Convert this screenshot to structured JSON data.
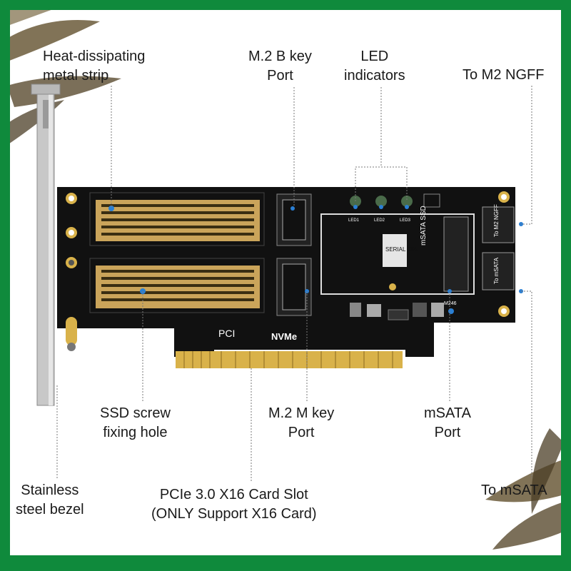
{
  "labels": {
    "heat_strip": [
      "Heat-dissipating",
      "metal strip"
    ],
    "m2_b_key": [
      "M.2 B key",
      "Port"
    ],
    "led": [
      "LED",
      "indicators"
    ],
    "to_ngff": [
      "To M2 NGFF"
    ],
    "ssd_screw": [
      "SSD screw",
      "fixing hole"
    ],
    "m2_m_key": [
      "M.2 M key",
      "Port"
    ],
    "msata": [
      "mSATA",
      "Port"
    ],
    "stainless": [
      "Stainless",
      "steel bezel"
    ],
    "pcie_slot": [
      "PCIe 3.0 X16 Card Slot",
      "(ONLY Support X16 Card)"
    ],
    "to_msata": [
      "To mSATA"
    ]
  },
  "board_text": {
    "pci": "PCI",
    "nvme": "NVMe",
    "msata_ssd": "mSATA SSD",
    "serial_ata": "SERIAL ATA",
    "to_m2_ngff": "To M2 NGFF",
    "to_msata": "To mSATA",
    "m246": "M246",
    "led1": "LED1",
    "led2": "LED2",
    "led3": "LED3"
  },
  "colors": {
    "border": "#0f8a3c",
    "pcb": "#111111",
    "heatsink": "#caa45a",
    "gold": "#d9b24a",
    "callout": "#2a7fd4",
    "bezel": "#c8c8c8"
  }
}
